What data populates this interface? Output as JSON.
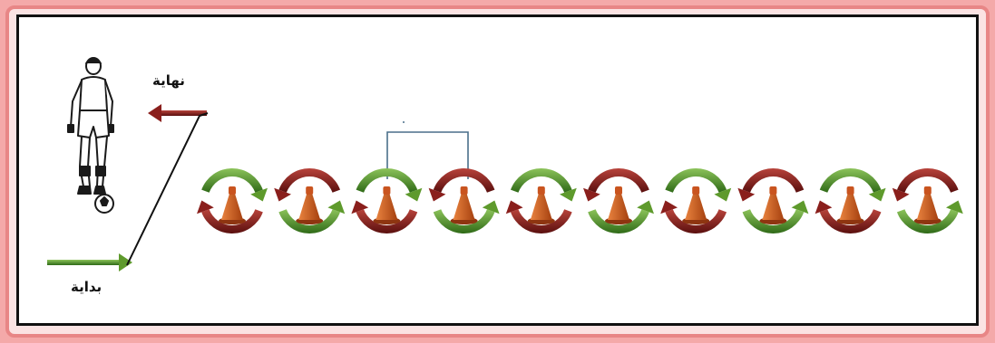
{
  "labels": {
    "end": "نهاية",
    "start": "بداية"
  },
  "colors": {
    "green": "#5e9a2c",
    "green_dark": "#2f6a17",
    "red": "#8a1f1c",
    "red_dark": "#5a0f0e",
    "cone": "#c9541f",
    "cone_dark": "#8e3510",
    "path_line": "#111111",
    "bracket": "#4a6f8a",
    "frame": "#e88686"
  },
  "icons": {
    "player": "soccer-player-with-ball-icon",
    "cone": "training-cone-icon",
    "arrow": "curved-arrow-icon"
  },
  "drill": {
    "cone_count": 10,
    "top_arrow_colors": [
      "green",
      "red",
      "green",
      "red",
      "green",
      "red",
      "green",
      "red",
      "green",
      "red"
    ],
    "bottom_arrow_colors": [
      "red",
      "green",
      "red",
      "green",
      "red",
      "green",
      "red",
      "green",
      "red",
      "green"
    ]
  }
}
